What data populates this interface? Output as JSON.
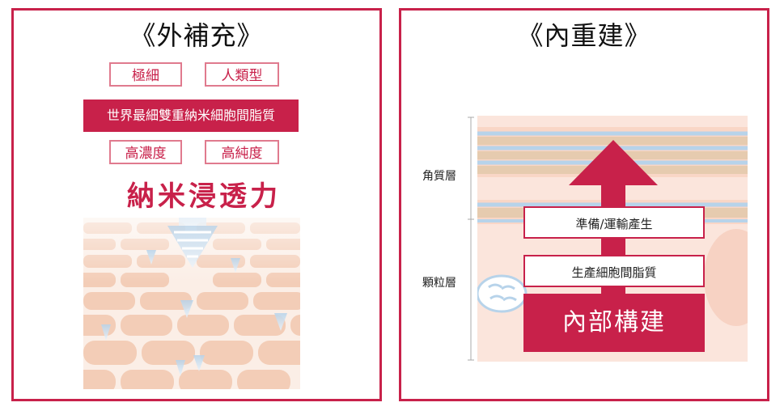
{
  "left_panel": {
    "title": "《外補充》",
    "tags": [
      "極細",
      "人類型",
      "高濃度",
      "高純度"
    ],
    "banner": "世界最細雙重納米細胞間脂質",
    "tagline": "納米浸透力"
  },
  "right_panel": {
    "title": "《內重建》",
    "layer_labels": [
      "角質層",
      "顆粒層"
    ],
    "steps": [
      "準備/運輸產生",
      "生產細胞間脂質"
    ],
    "build_label": "內部構建"
  },
  "colors": {
    "accent": "#c8214a",
    "skin": "#f6d8c8",
    "lipid_blue": "#b7d3ea"
  }
}
